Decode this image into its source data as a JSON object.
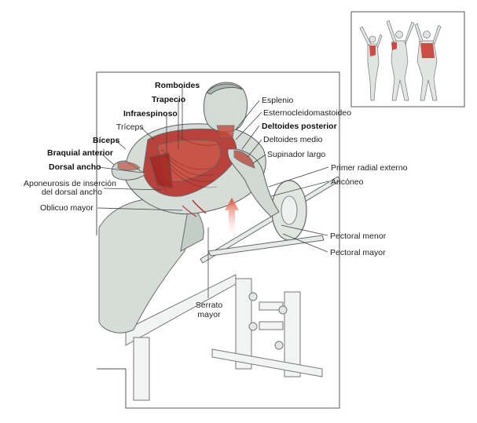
{
  "labels": {
    "romboides": "Romboides",
    "trapecio": "Trapecio",
    "infraespinoso": "Infraespinoso",
    "triceps": "Tríceps",
    "biceps": "Bíceps",
    "braquial_anterior": "Braquial anterior",
    "dorsal_ancho": "Dorsal ancho",
    "aponeurosis_1": "Aponeurosis de inserción",
    "aponeurosis_2": "del dorsal ancho",
    "oblicuo_mayor": "Oblicuo mayor",
    "esplenio": "Esplenio",
    "esternocleidomastoideo": "Esternocleidomastoideo",
    "deltoides_posterior": "Deltoides posterior",
    "deltoides_medio": "Deltoides medio",
    "supinador_largo": "Supinador largo",
    "primer_radial_externo": "Primer radial externo",
    "anconeo": "Ancóneo",
    "pectoral_menor": "Pectoral menor",
    "pectoral_mayor": "Pectoral mayor",
    "serrato_1": "Serrato",
    "serrato_2": "mayor"
  },
  "colors": {
    "muscle_red": "#b8322c",
    "muscle_light": "#d9a98f",
    "skin": "#c9d6d0",
    "outline": "#6b6b6b",
    "arrow": "#e0503a",
    "frame": "#555555"
  }
}
